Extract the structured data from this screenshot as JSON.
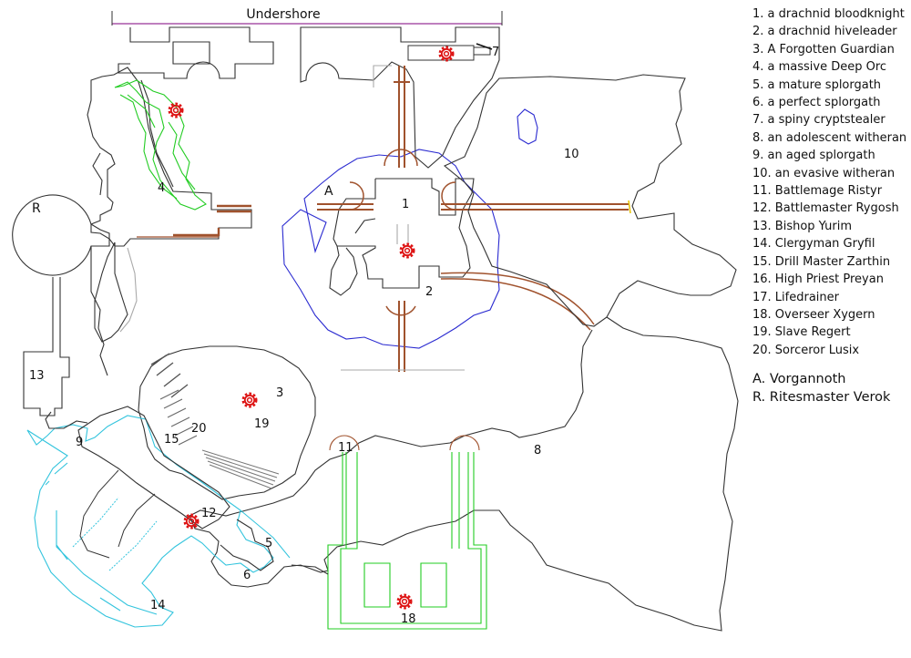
{
  "map_title": "Undershore",
  "legend": {
    "npcs": [
      "1. a drachnid bloodknight",
      "2. a drachnid hiveleader",
      "3. A Forgotten Guardian",
      "4. a massive Deep Orc",
      "5. a mature splorgath",
      "6. a perfect splorgath",
      "7. a spiny cryptstealer",
      "8. an adolescent witheran",
      "9. an aged splorgath",
      "10. an evasive witheran",
      "11. Battlemage Ristyr",
      "12. Battlemaster Rygosh",
      "13. Bishop Yurim",
      "14. Clergyman Gryfil",
      "15. Drill Master Zarthin",
      "16. High Priest Preyan",
      "17. Lifedrainer",
      "18. Overseer Xygern",
      "19. Slave Regert",
      "20. Sorceror Lusix"
    ],
    "bosses": [
      "A. Vorgannoth",
      "R. Ritesmaster Verok"
    ]
  },
  "labels": {
    "n1": "1",
    "n2": "2",
    "n3": "3",
    "n4": "4",
    "n5": "5",
    "n6": "6",
    "n7": "7",
    "n8": "8",
    "n9": "9",
    "n10": "10",
    "n11": "11",
    "n12": "12",
    "n13": "13",
    "n14": "14",
    "n15": "15",
    "n18": "18",
    "n19": "19",
    "n20": "20",
    "a": "A",
    "r": "R"
  },
  "colors": {
    "wall": "#333333",
    "corridor": "#a0522d",
    "water_blue": "#2a2ad0",
    "green_zone": "#22cc22",
    "cyan_zone": "#33c4dd",
    "cog": "#dd1111",
    "title_line": "#993399",
    "pale_wall": "#aaaaaa"
  },
  "icons": [
    "gear-icon"
  ]
}
